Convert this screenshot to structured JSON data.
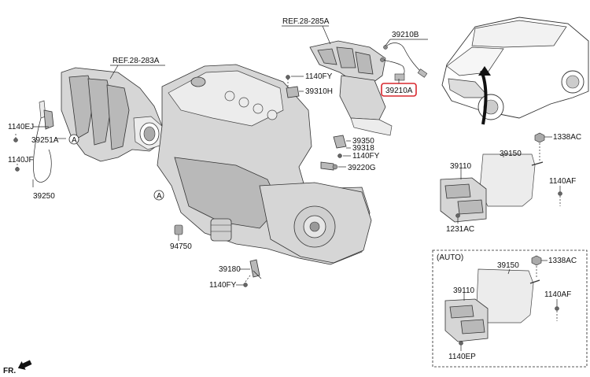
{
  "refs": {
    "intake_manifold": "REF.28-283A",
    "exhaust_manifold": "REF.28-285A"
  },
  "labels": {
    "p39210B": "39210B",
    "p39210A": "39210A",
    "p1140FY_top": "1140FY",
    "p39310H": "39310H",
    "p1140EJ": "1140EJ",
    "p39251A": "39251A",
    "p1140JF": "1140JF",
    "p39250": "39250",
    "p39350": "39350",
    "p39318": "39318",
    "p1140FY_mid": "1140FY",
    "p39220G": "39220G",
    "p94750": "94750",
    "p39180": "39180",
    "p1140FY_bot": "1140FY",
    "p1338AC": "1338AC",
    "p39150": "39150",
    "p39110": "39110",
    "p1140AF": "1140AF",
    "p1231AC": "1231AC",
    "auto_title": "(AUTO)",
    "p1338AC_auto": "1338AC",
    "p39150_auto": "39150",
    "p39110_auto": "39110",
    "p1140AF_auto": "1140AF",
    "p1140EP": "1140EP",
    "fr": "FR.",
    "circleA_left": "A",
    "circleA_bottom": "A"
  },
  "colors": {
    "highlight": "#d9282f",
    "line": "#222222",
    "part_fill": "#d6d6d6"
  }
}
